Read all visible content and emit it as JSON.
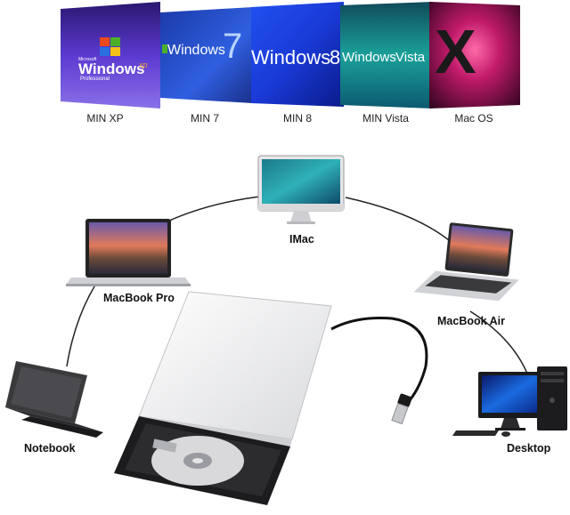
{
  "os_support": [
    {
      "id": "xp",
      "label": "MIN XP",
      "logo_small": "Microsoft",
      "logo_main": "Windows",
      "logo_sup": "xp",
      "logo_sub": "Professional"
    },
    {
      "id": "w7",
      "label": "MIN 7",
      "logo_main": "Windows",
      "logo_num": "7"
    },
    {
      "id": "w8",
      "label": "MIN 8",
      "logo_main": "Windows",
      "logo_num": "8"
    },
    {
      "id": "vista",
      "label": "MIN Vista",
      "logo_main": "Windows",
      "logo_sub": "Vista"
    },
    {
      "id": "mac",
      "label": "Mac OS",
      "logo_main": "X"
    }
  ],
  "devices": {
    "imac": "IMac",
    "macbook_pro": "MacBook Pro",
    "macbook_air": "MacBook Air",
    "notebook": "Notebook",
    "desktop": "Desktop"
  },
  "colors": {
    "xp": "#3d2a9a",
    "w7": "#2a4fc9",
    "w8": "#1e3bd6",
    "vista": "#1a8c8a",
    "mac": "#b0155a"
  }
}
